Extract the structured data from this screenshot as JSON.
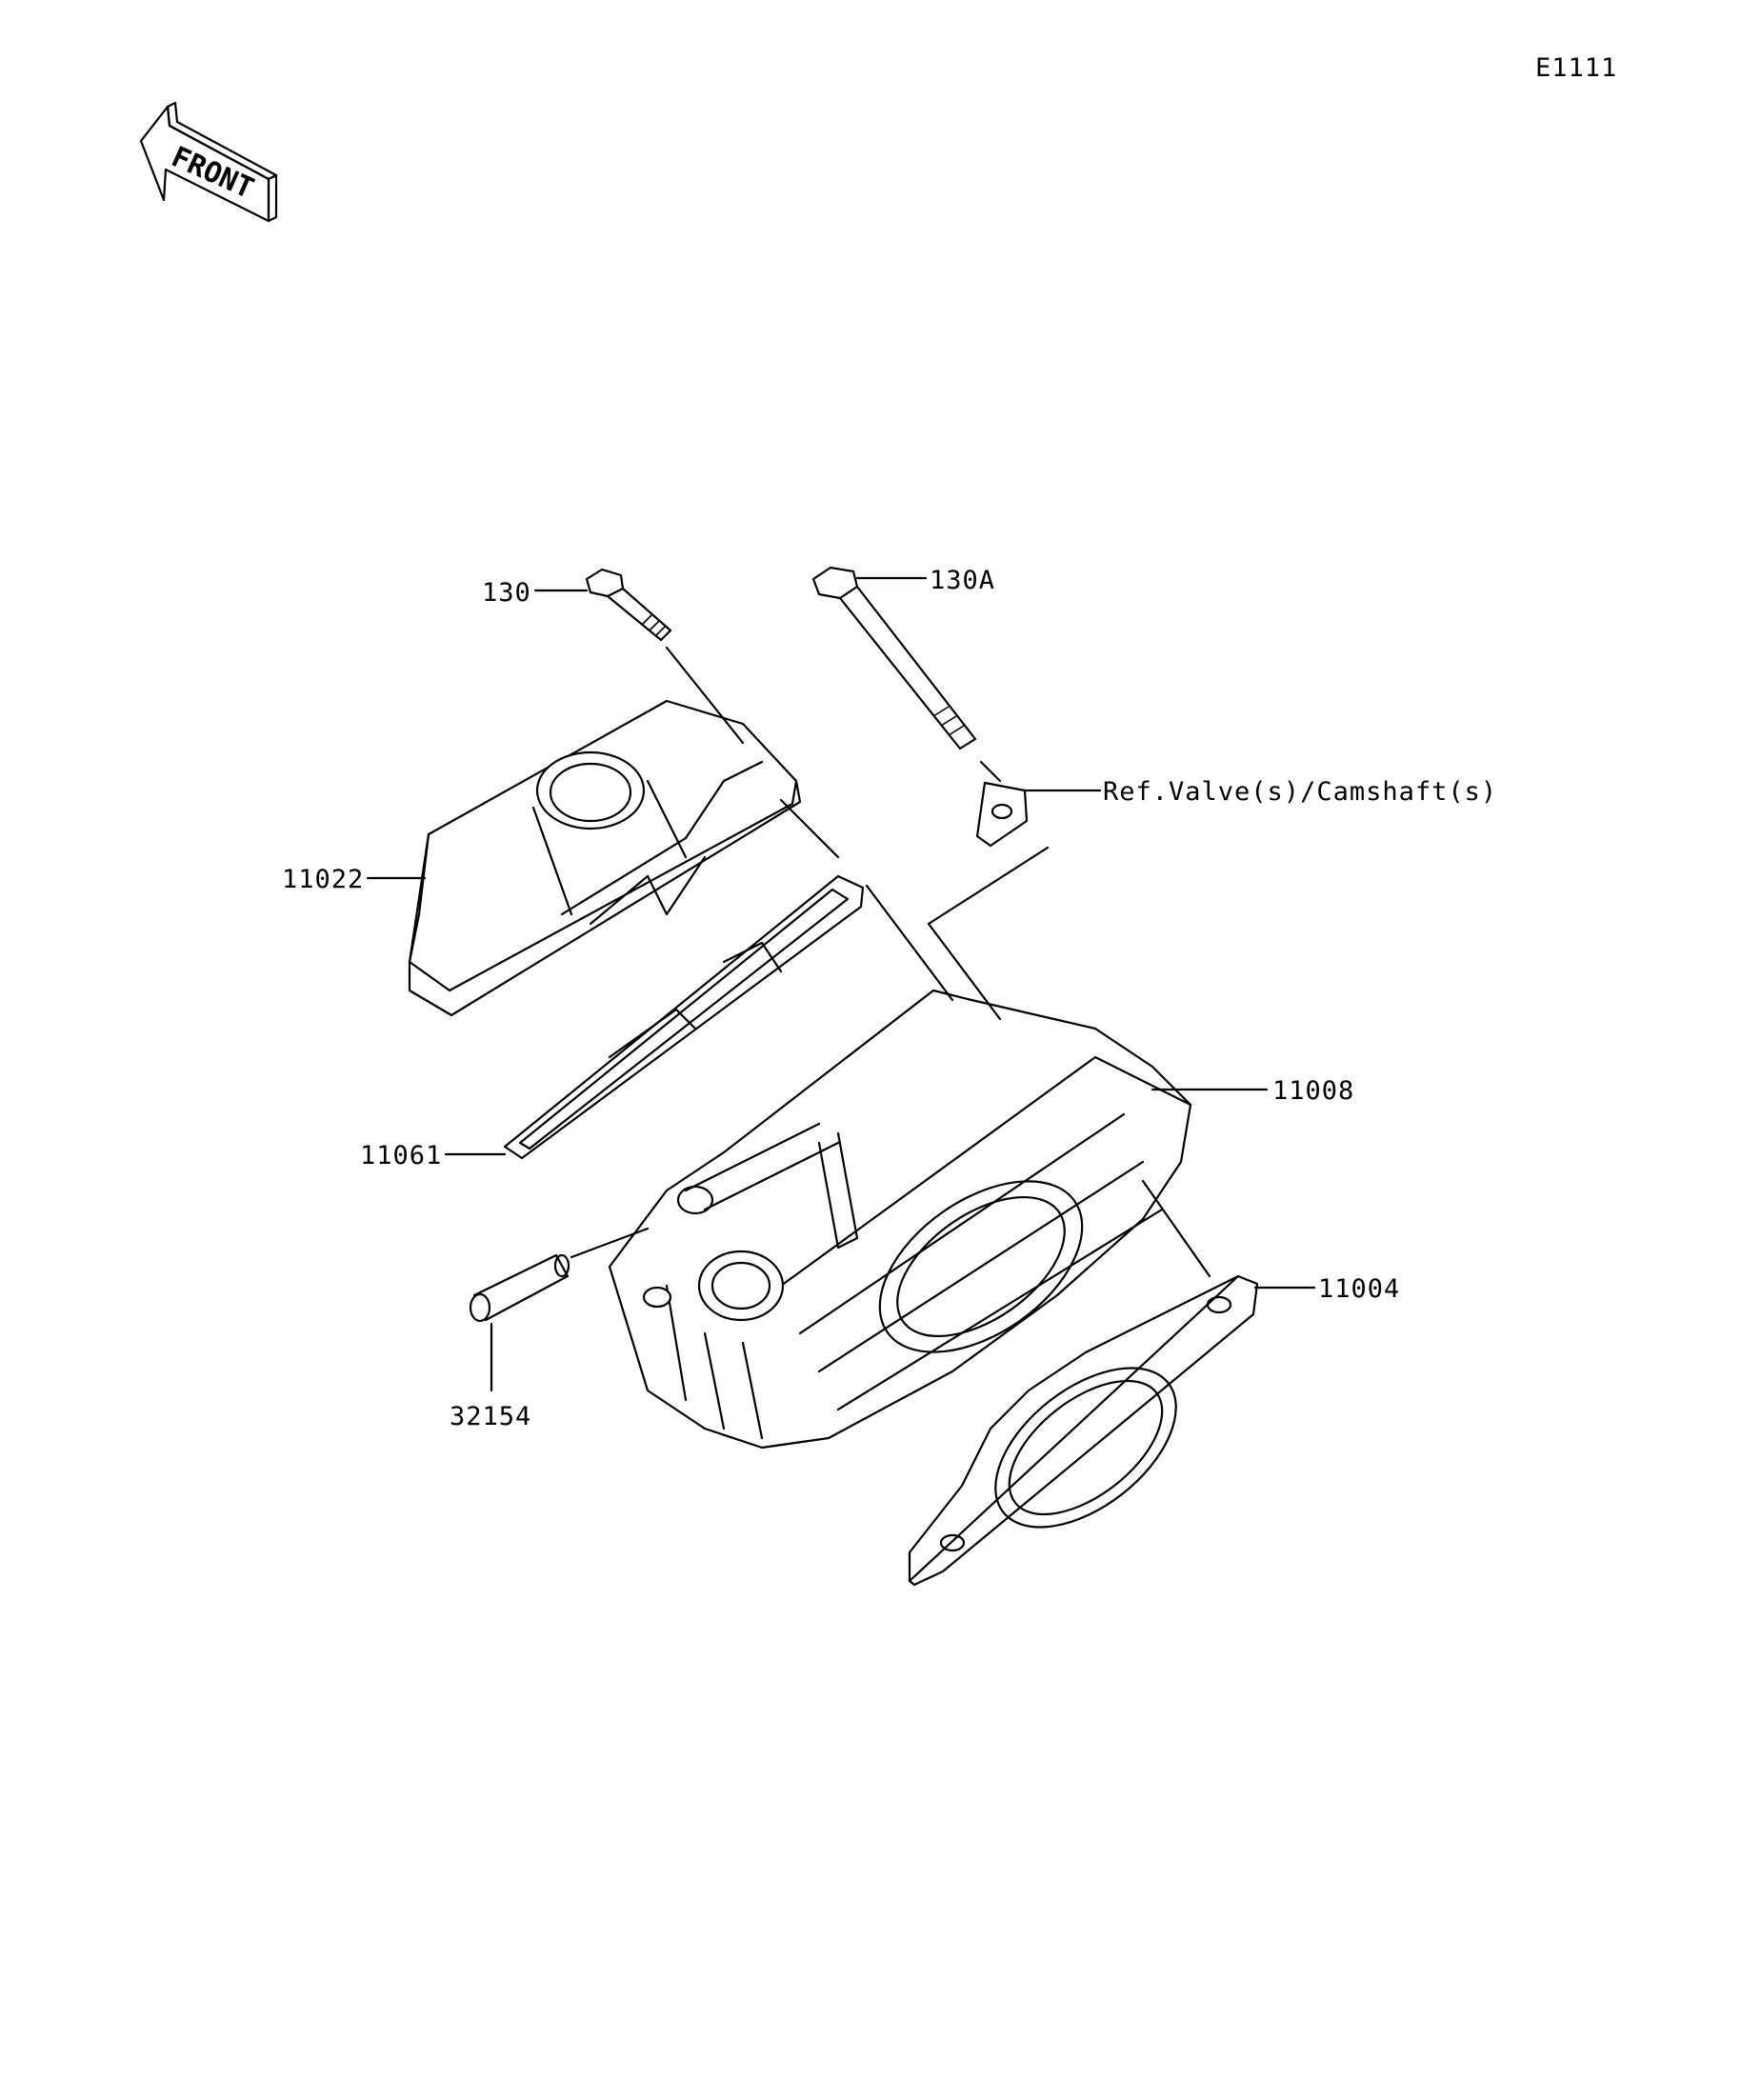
{
  "diagram_code": "E1111",
  "front_label": "FRONT",
  "callouts": [
    {
      "id": "130",
      "label": "130"
    },
    {
      "id": "130A",
      "label": "130A"
    },
    {
      "id": "ref",
      "label": "Ref.Valve(s)/Camshaft(s)"
    },
    {
      "id": "11022",
      "label": "11022"
    },
    {
      "id": "11061",
      "label": "11061"
    },
    {
      "id": "11008",
      "label": "11008"
    },
    {
      "id": "11004",
      "label": "11004"
    },
    {
      "id": "32154",
      "label": "32154"
    }
  ]
}
